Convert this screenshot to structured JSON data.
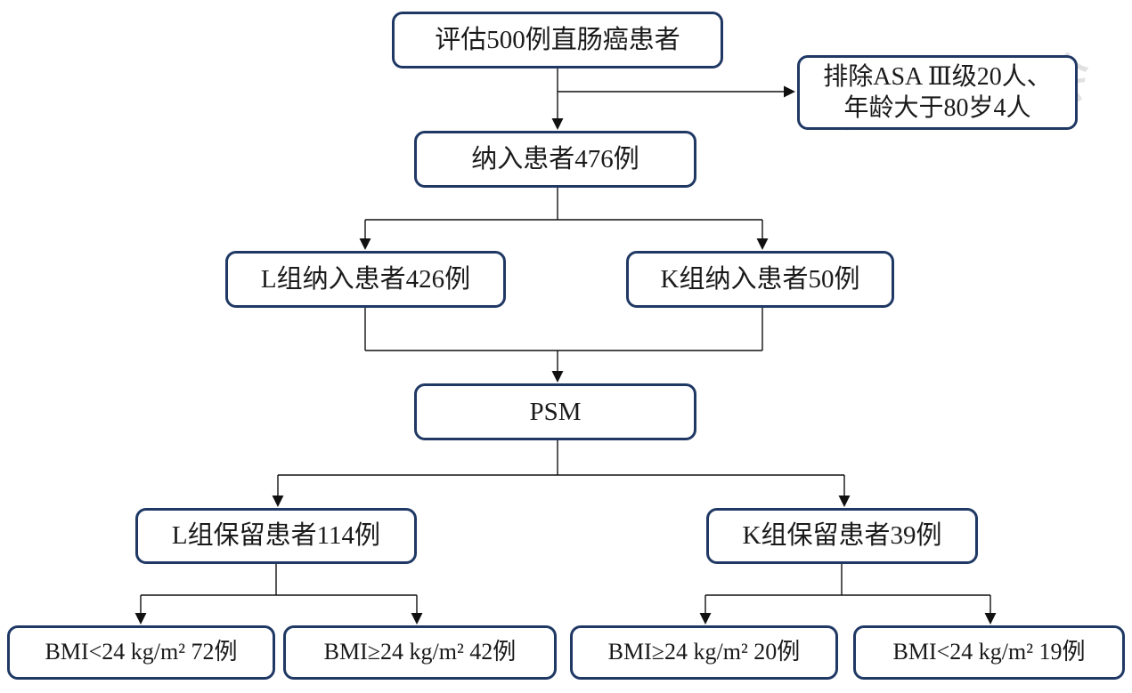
{
  "flowchart": {
    "colors": {
      "box_border": "#1f3864",
      "box_fill": "#ffffff",
      "connector": "#111111",
      "text": "#1a1a1a",
      "watermark": "#b5b5b5"
    },
    "nodes": {
      "assessed": "评估500例直肠癌患者",
      "excluded_line1": "排除ASA Ⅲ级20人、",
      "excluded_line2": "年龄大于80岁4人",
      "included": "纳入患者476例",
      "group_l": "L组纳入患者426例",
      "group_k": "K组纳入患者50例",
      "psm": "PSM",
      "group_l_kept": "L组保留患者114例",
      "group_k_kept": "K组保留患者39例",
      "bmi_l_low": "BMI<24 kg/m² 72例",
      "bmi_l_high": "BMI≥24 kg/m² 42例",
      "bmi_k_high": "BMI≥24 kg/m² 20例",
      "bmi_k_low": "BMI<24 kg/m² 19例"
    },
    "watermark": "中华医学会"
  }
}
